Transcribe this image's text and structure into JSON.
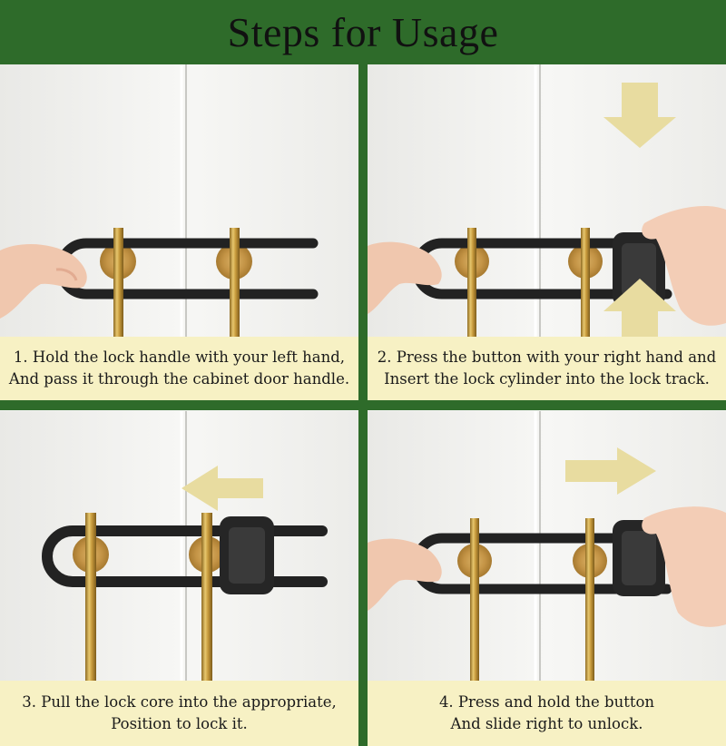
{
  "header": {
    "title": "Steps for Usage"
  },
  "steps": [
    {
      "line1": "1. Hold the lock handle with your left hand,",
      "line2": "And pass it through the cabinet door handle."
    },
    {
      "line1": "2. Press the button with your right hand and",
      "line2": "Insert the lock cylinder into the lock track."
    },
    {
      "line1": "3. Pull the lock core into the appropriate,",
      "line2": "Position to lock it."
    },
    {
      "line1": "4. Press and hold the button",
      "line2": "And slide right to unlock."
    }
  ],
  "colors": {
    "frame_green": "#2e6b2a",
    "caption_bg": "#f7f1c4",
    "arrow_gold": "#e8dca0",
    "lock_black": "#222222",
    "brass": "#c9a24a"
  },
  "icons": [
    "arrow-down-icon",
    "arrow-up-icon",
    "arrow-left-icon",
    "arrow-right-icon"
  ]
}
